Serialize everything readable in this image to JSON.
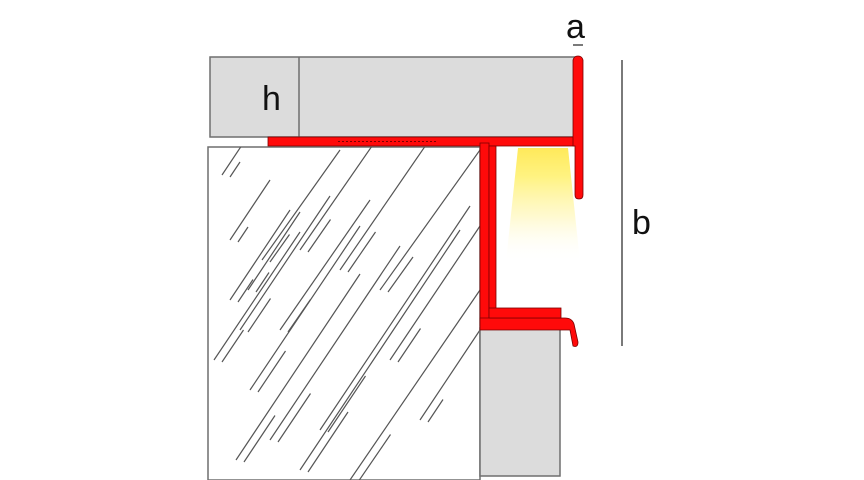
{
  "labels": {
    "a": "a",
    "b": "b",
    "h": "h"
  },
  "colors": {
    "background": "#ffffff",
    "tile_fill": "#dcdcdc",
    "tile_stroke": "#6f6f6f",
    "profile_red": "#ff0a0a",
    "profile_stroke": "#7a0000",
    "glass_hatch": "#555555",
    "led_light": "#fff08a",
    "dimension_line": "#222222"
  },
  "icons": {
    "substrate": "hatched-glass-block",
    "light": "led-light-beam"
  }
}
